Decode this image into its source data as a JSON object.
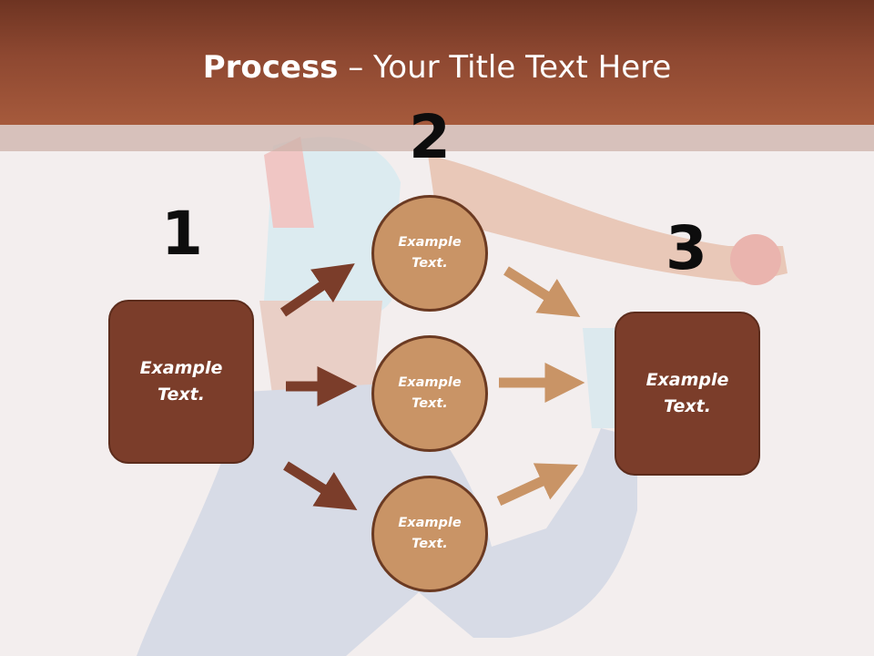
{
  "slide": {
    "title_bold": "Process",
    "title_rest": " – Your Title Text Here"
  },
  "steps": {
    "num1": "1",
    "num2": "2",
    "num3": "3"
  },
  "left_box": {
    "text": "Example\nText."
  },
  "circles": [
    {
      "text": "Example\nText."
    },
    {
      "text": "Example\nText."
    },
    {
      "text": "Example\nText."
    }
  ],
  "right_box": {
    "text": "Example\nText."
  },
  "colors": {
    "header": "#8e4831",
    "box_fill": "#7b3d2a",
    "circle_fill": "#c99466",
    "arrow_dark": "#7b3d2a",
    "arrow_light": "#c99466"
  },
  "background_image": {
    "subject": "dancer-photo"
  }
}
